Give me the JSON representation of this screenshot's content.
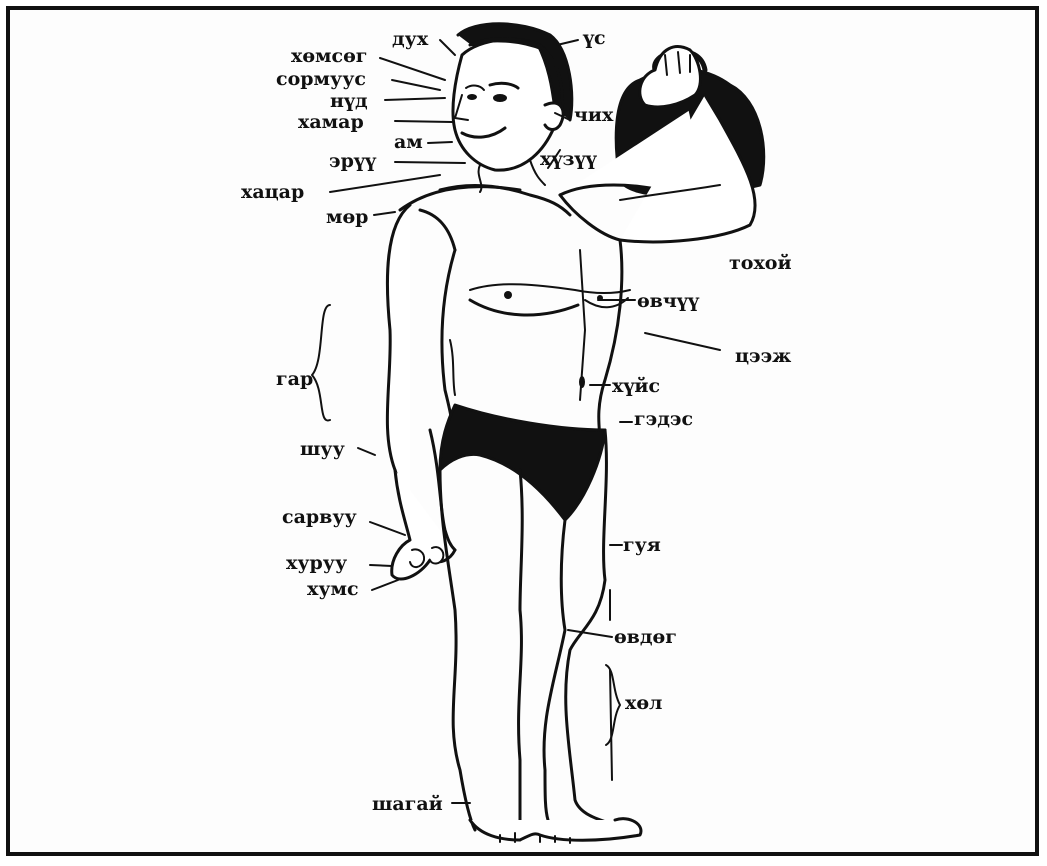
{
  "labels": {
    "dukh": "дух",
    "us": "үс",
    "khomsog": "хөмсөг",
    "sormuus": "сормуус",
    "nud": "нүд",
    "khamar": "хамар",
    "am": "ам",
    "chikh": "чих",
    "eruu": "эрүү",
    "khuzuu": "хүзүү",
    "khatsar": "хацар",
    "mor": "мөр",
    "tokhoi": "тохой",
    "ovchuu": "өвчүү",
    "tseej": "цээж",
    "gar": "гар",
    "khuis": "хүйс",
    "gedes": "гэдэс",
    "shuu": "шуу",
    "sarvuu": "сарвуу",
    "guya": "гуя",
    "khuruu": "хуруу",
    "khums": "хумс",
    "ovdog": "өвдөг",
    "khol": "хөл",
    "shagai": "шагай"
  },
  "colors": {
    "ink": "#111111",
    "paper": "#fdfdfd"
  }
}
